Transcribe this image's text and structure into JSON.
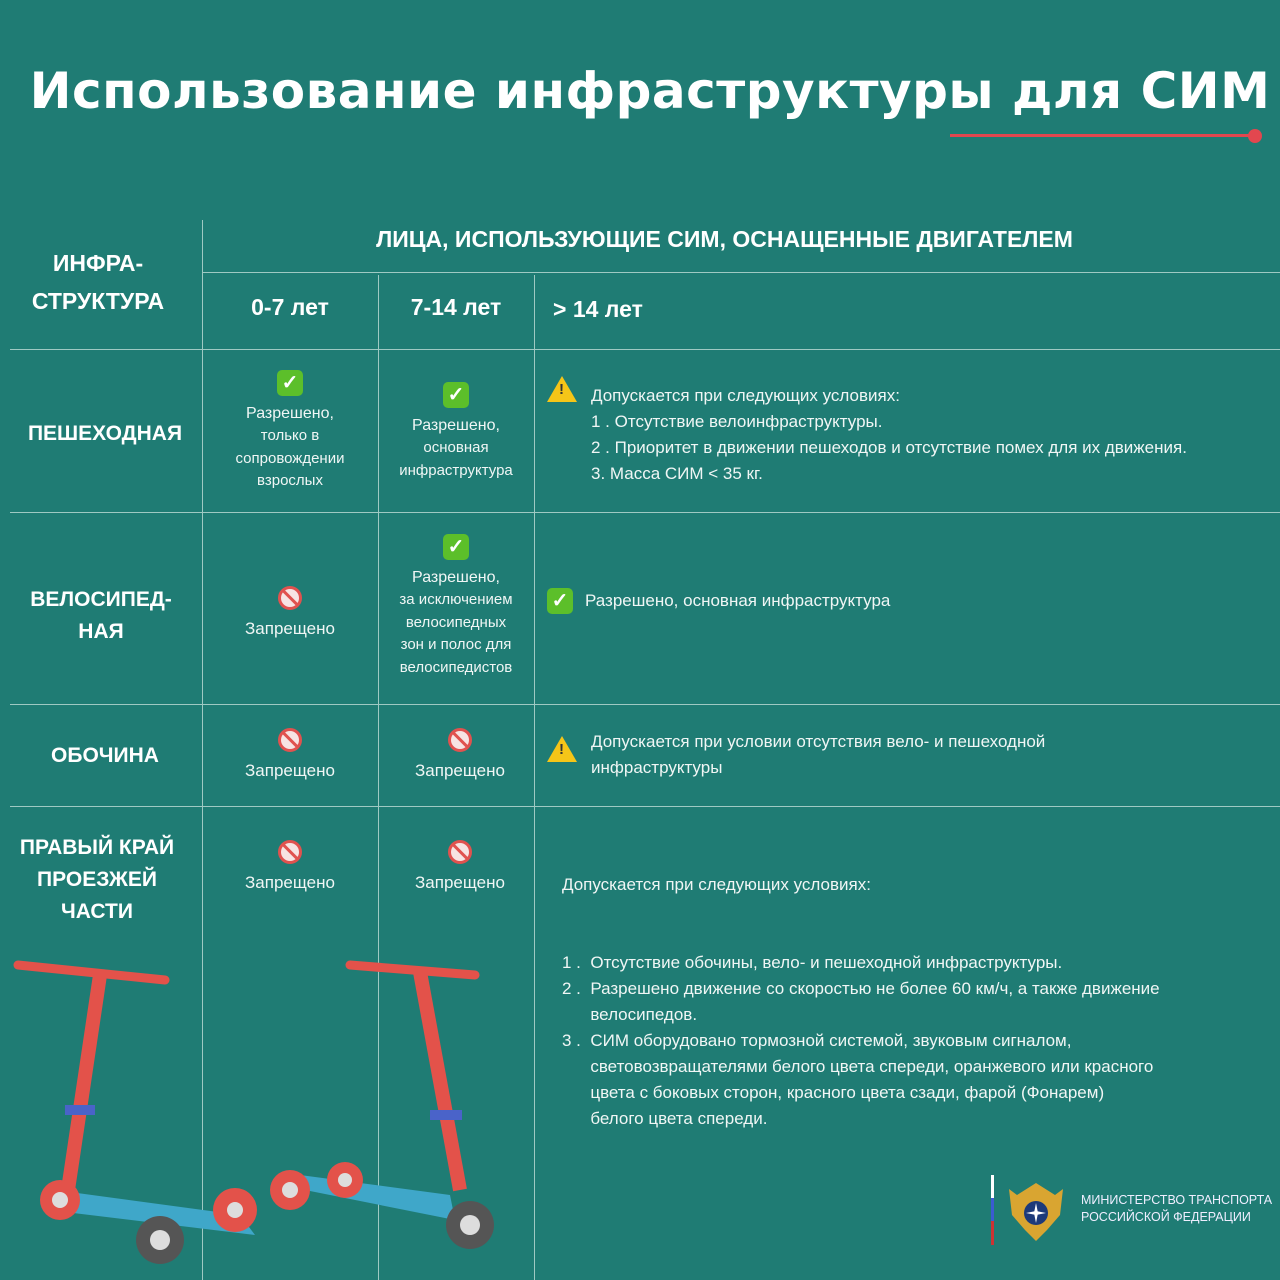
{
  "title": "Использование инфраструктуры для СИМ",
  "header": {
    "infra": "ИНФРА-СТРУКТУРА",
    "infra_l1": "ИНФРА-",
    "infra_l2": "СТРУКТУРА",
    "group": "ЛИЦА, ИСПОЛЬЗУЮЩИЕ СИМ, ОСНАЩЕННЫЕ ДВИГАТЕЛЕМ",
    "age1": "0-7 лет",
    "age2": "7-14 лет",
    "age3": "> 14 лет"
  },
  "rows": [
    {
      "name": "ПЕШЕХОДНАЯ",
      "c1": [
        "Разрешено,",
        "только в",
        "сопровождении",
        "взрослых"
      ],
      "c2": [
        "Разрешено,",
        "основная",
        "инфраструктура"
      ],
      "c3_intro": "Допускается при следующих условиях:",
      "c3_items": [
        "1 .  Отсутствие велоинфраструктуры.",
        "2 .  Приоритет в движении пешеходов и отсутствие помех для их движения.",
        "3. Масса СИМ < 35 кг."
      ]
    },
    {
      "name_l1": "ВЕЛОСИПЕД-",
      "name_l2": "НАЯ",
      "c1": "Запрещено",
      "c2": [
        "Разрешено,",
        "за исключением",
        "велосипедных",
        "зон и полос для",
        "велосипедистов"
      ],
      "c3": "Разрешено, основная инфраструктура"
    },
    {
      "name": "ОБОЧИНА",
      "c1": "Запрещено",
      "c2": "Запрещено",
      "c3_l1": "Допускается при условии отсутствия вело- и пешеходной",
      "c3_l2": "инфраструктуры"
    },
    {
      "name_l1": "ПРАВЫЙ КРАЙ",
      "name_l2": "ПРОЕЗЖЕЙ",
      "name_l3": "ЧАСТИ",
      "c1": "Запрещено",
      "c2": "Запрещено",
      "c3_intro": "Допускается при следующих условиях:",
      "c3_items": [
        "1 .  Отсутствие обочины, вело- и пешеходной инфраструктуры.",
        "2 .  Разрешено движение со скоростью не более 60 км/ч, а также движение",
        "      велосипедов.",
        "3 .  СИМ оборудовано тормозной системой, звуковым сигналом,",
        "      световозвращателями белого цвета спереди, оранжевого или красного",
        "      цвета с боковых сторон, красного цвета сзади, фарой (Фонарем)",
        "      белого цвета спереди."
      ]
    }
  ],
  "logo": {
    "l1": "МИНИСТЕРСТВО ТРАНСПОРТА",
    "l2": "РОССИЙСКОЙ ФЕДЕРАЦИИ"
  },
  "colors": {
    "bg": "#1f7c74",
    "accent": "#e2474f"
  }
}
